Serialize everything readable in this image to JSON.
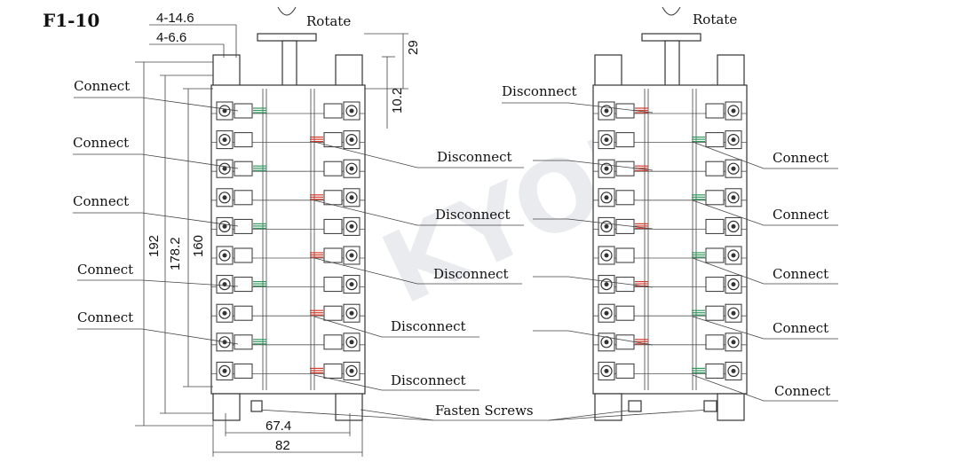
{
  "title": "F1-10",
  "dimensions": {
    "hole_top": "4-14.6",
    "hole_small": "4-6.6",
    "height_29": "29",
    "height_10_2": "10.2",
    "height_192": "192",
    "height_178_2": "178.2",
    "height_160": "160",
    "width_67_4": "67.4",
    "width_82": "82"
  },
  "labels": {
    "rotate": "Rotate",
    "fasten_screws": "Fasten Screws",
    "connect": "Connect",
    "disconnect": "Disconnect"
  },
  "left_switch": {
    "left_side": [
      "Connect",
      "Connect",
      "Connect",
      "Connect",
      "Connect"
    ],
    "right_side": [
      "Disconnect",
      "Disconnect",
      "Disconnect",
      "Disconnect",
      "Disconnect"
    ]
  },
  "right_switch": {
    "left_side": [
      "Disconnect"
    ],
    "right_side": [
      "Connect",
      "Connect",
      "Connect",
      "Connect",
      "Connect"
    ]
  },
  "colors": {
    "connect_mark": "#2e9a5c",
    "disconnect_mark": "#d43a2a",
    "line": "#333333"
  }
}
